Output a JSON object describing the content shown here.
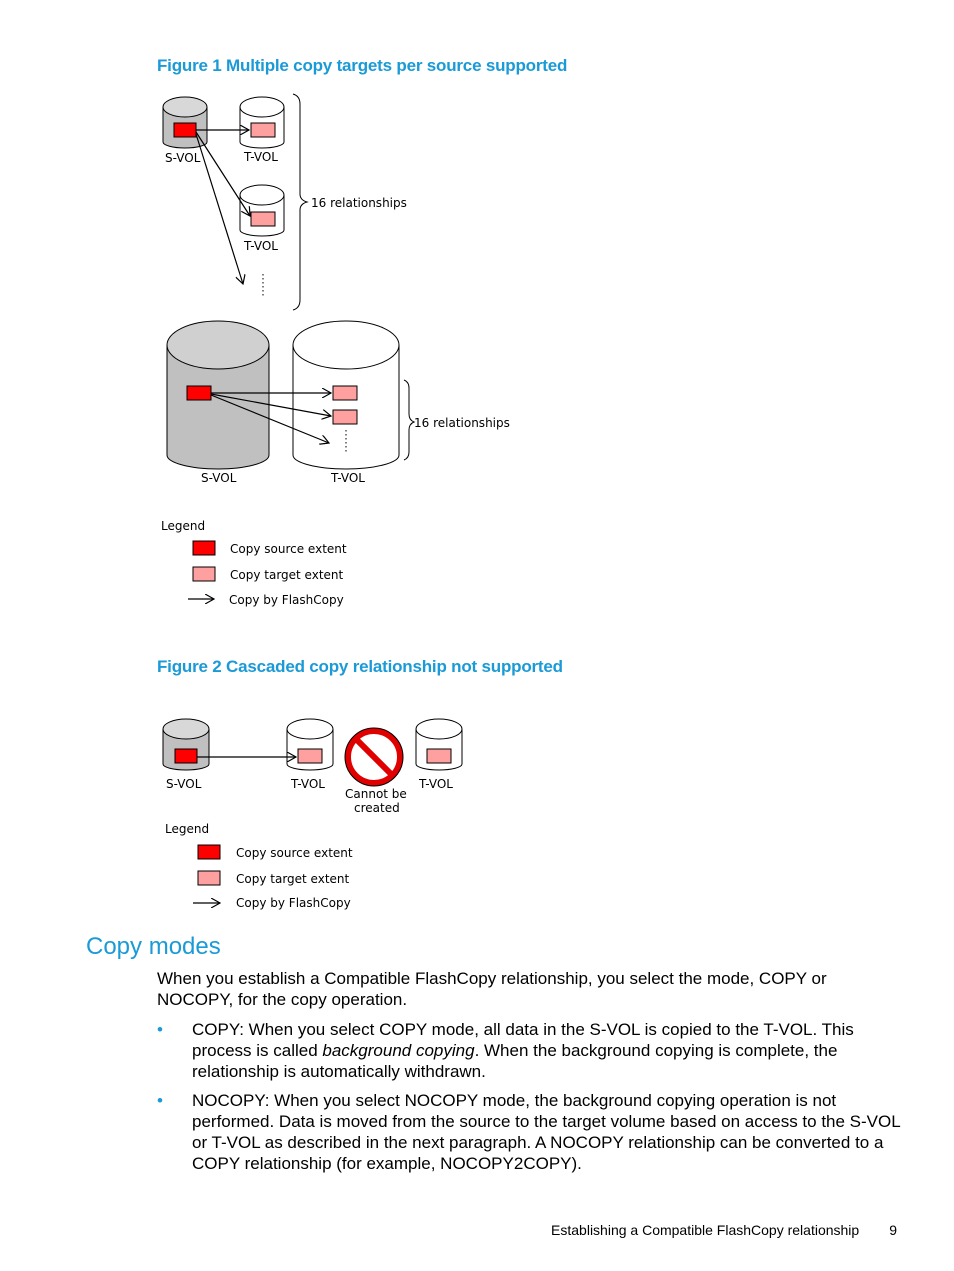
{
  "figure1": {
    "caption": "Figure 1 Multiple copy targets per source supported",
    "svol_label": "S-VOL",
    "tvol_label": "T-VOL",
    "relationships_label": "16 relationships"
  },
  "figure2": {
    "caption": "Figure 2 Cascaded copy relationship not supported",
    "svol_label": "S-VOL",
    "tvol_label": "T-VOL",
    "cannot_line1": "Cannot be",
    "cannot_line2": "created"
  },
  "legend": {
    "title": "Legend",
    "source": "Copy source extent",
    "target": "Copy target extent",
    "copy": "Copy by  FlashCopy"
  },
  "colors": {
    "source_extent": "#ff0000",
    "target_extent": "#ffa0a0",
    "source_volume": "#c0c0c0",
    "heading": "#1a9ad6",
    "prohibit": "#e00000"
  },
  "section": {
    "title": "Copy modes",
    "intro": "When you establish a Compatible FlashCopy relationship, you select the mode, COPY or NOCOPY, for the copy operation.",
    "copy_before": "COPY: When you select COPY mode, all data in the S-VOL is copied to the T-VOL. This process is called ",
    "copy_italic": "background copying",
    "copy_after": ". When the background copying is complete, the relationship is automatically withdrawn.",
    "nocopy": "NOCOPY: When you select NOCOPY mode, the background copying operation is not performed. Data is moved from the source to the target volume based on access to the S-VOL or T-VOL as described in the next paragraph. A NOCOPY relationship can be converted to a COPY relationship (for example, NOCOPY2COPY).",
    "bullet": "•"
  },
  "footer": {
    "text": "Establishing a Compatible FlashCopy relationship",
    "page": "9"
  }
}
